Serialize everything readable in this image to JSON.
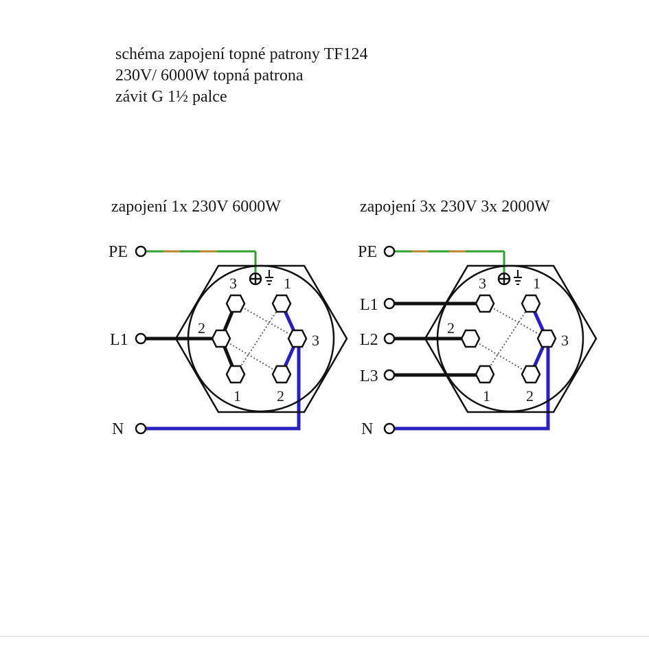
{
  "header": {
    "line1": "schéma zapojení topné patrony TF124",
    "line2": "230V/ 6000W topná patrona",
    "line3": "závit G 1½ palce"
  },
  "colors": {
    "phase": "#111111",
    "neutral": "#2a1fbf",
    "earth_green": "#2ea12e",
    "earth_yellow": "#b8862a",
    "outline": "#111111",
    "dotted": "#666666"
  },
  "diagrams": [
    {
      "title": "zapojení 1x 230V 6000W",
      "terminals": [
        "PE",
        "L1",
        "N"
      ],
      "hex_numbers": [
        "3",
        "1",
        "2",
        "3",
        "1",
        "2"
      ]
    },
    {
      "title": "zapojení 3x 230V 3x 2000W",
      "terminals": [
        "PE",
        "L1",
        "L2",
        "L3",
        "N"
      ],
      "hex_numbers": [
        "3",
        "1",
        "2",
        "3",
        "1",
        "2"
      ]
    }
  ]
}
